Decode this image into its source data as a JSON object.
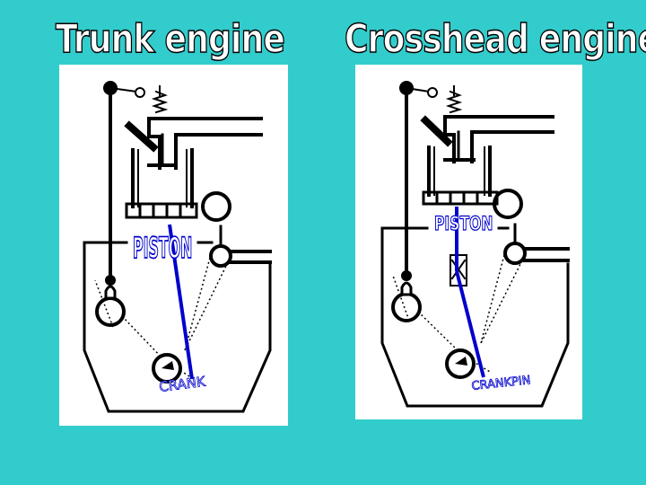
{
  "titles": {
    "left": "Trunk engine",
    "right": "Crosshead engine"
  },
  "left_diagram": {
    "piston_label": "PISTON",
    "crank_label": "CRANK"
  },
  "right_diagram": {
    "piston_label": "PISTON",
    "crank_label": "CRANKPIN"
  },
  "colors": {
    "background": "#33cccc",
    "rod": "#0000cc",
    "panel": "#ffffff"
  }
}
